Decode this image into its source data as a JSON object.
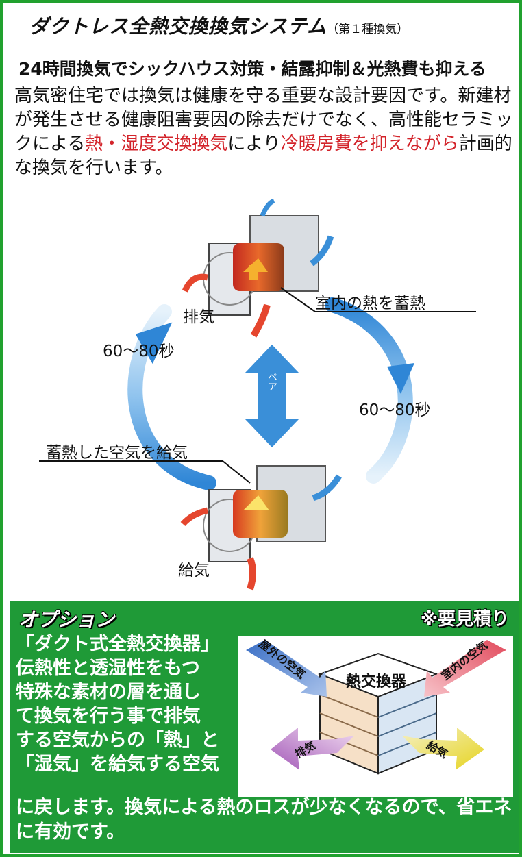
{
  "header": {
    "title": "ダクトレス全熱交換換気システム",
    "title_note": "（第１種換気）",
    "subtitle": "24時間換気でシックハウス対策・結露抑制＆光熱費も抑える"
  },
  "intro": {
    "part1": "高気密住宅では換気は健康を守る重要な設計要因です。新建材が発生させる健康阻害要因の除去だけでなく、高性能セラミックによる",
    "highlight1": "熱・湿度交換換気",
    "part2": "により",
    "highlight2": "冷暖房費を抑えながら",
    "part3": "計画的な換気を行います。"
  },
  "diagram": {
    "exhaust_label": "排気",
    "supply_label": "給気",
    "store_heat_label": "室内の熱を蓄熱",
    "supply_heat_label": "蓄熱した空気を給気",
    "interval_left": "60〜80秒",
    "interval_right": "60〜80秒",
    "pair_label": "ペア",
    "colors": {
      "warm": "#e5462e",
      "cool": "#3a8fd8",
      "accent_red": "#d3232a"
    }
  },
  "option": {
    "title": "オプション",
    "estimate": "※要見積り",
    "text_lines": [
      "「ダクト式全熱交換器」",
      "伝熱性と透湿性をもつ",
      "特殊な素材の層を通し",
      "て換気を行う事で排気",
      "する空気からの「熱」と",
      "「湿気」を給気する空気"
    ],
    "text_bottom": "に戻します。換気による熱のロスが少なくなるので、省エネに有効です。",
    "exchanger": {
      "label": "熱交換器",
      "outdoor_air": "屋外の空気",
      "indoor_air": "室内の空気",
      "exhaust": "排気",
      "supply": "給気"
    },
    "colors": {
      "background": "#1f9a37"
    }
  }
}
